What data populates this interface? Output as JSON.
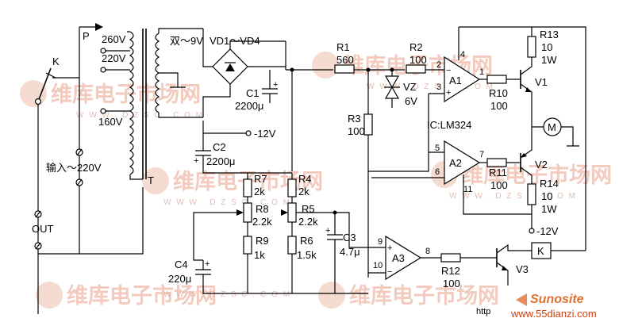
{
  "labels": {
    "switch_k": "K",
    "plug_p": "P",
    "tap_260": "260V",
    "tap_220": "220V",
    "tap_160": "160V",
    "transformer_t": "T",
    "input": "输入～220V",
    "out": "OUT",
    "secondary": "双～9V",
    "bridge": "VD1～VD4",
    "c1_name": "C1",
    "c1_value": "2200μ",
    "minus12_top": "-12V",
    "c2_name": "C2",
    "c2_value": "2200μ",
    "r1_name": "R1",
    "r1_value": "560",
    "r2_name": "R2",
    "r2_value": "100",
    "vz_name": "VZ",
    "vz_value": "6V",
    "r3_name": "R3",
    "r3_value": "100",
    "ic": "IC:LM324",
    "a1": "A1",
    "a2": "A2",
    "a3": "A3",
    "r10_name": "R10",
    "r10_value": "100",
    "r11_name": "R11",
    "r11_value": "100",
    "r12_name": "R12",
    "r12_value": "100",
    "r13_name": "R13",
    "r13_value": "10",
    "r13_power": "1W",
    "r14_name": "R14",
    "r14_value": "10",
    "r14_power": "1W",
    "v1": "V1",
    "v2": "V2",
    "v3": "V3",
    "motor": "M",
    "relay": "K",
    "minus12_right": "-12V",
    "r7_name": "R7",
    "r7_value": "2k",
    "r8_name": "R8",
    "r8_value": "2.2k",
    "r9_name": "R9",
    "r9_value": "1k",
    "r4_name": "R4",
    "r4_value": "2k",
    "r5_name": "R5",
    "r5_value": "2.2k",
    "r6_name": "R6",
    "r6_value": "1.5k",
    "c3_name": "C3",
    "c3_value": "4.7μ",
    "c4_name": "C4",
    "c4_value": "220μ",
    "pin2": "2",
    "pin3": "3",
    "pin4": "4",
    "pin1": "1",
    "pin5": "5",
    "pin6": "6",
    "pin7": "7",
    "pin11": "11",
    "pin9": "9",
    "pin10": "10",
    "pin8": "8",
    "plus": "+",
    "minus": "−",
    "watermark_cn": "维库电子市场网",
    "watermark_url": "W W W . D Z S C . C O M",
    "site_logo": "Sunosite",
    "site_url": "www.55dianzi.com",
    "http_text": "http"
  },
  "colors": {
    "wire": "#000000",
    "watermark": "#e8a08a",
    "site_orange": "#e07030"
  }
}
